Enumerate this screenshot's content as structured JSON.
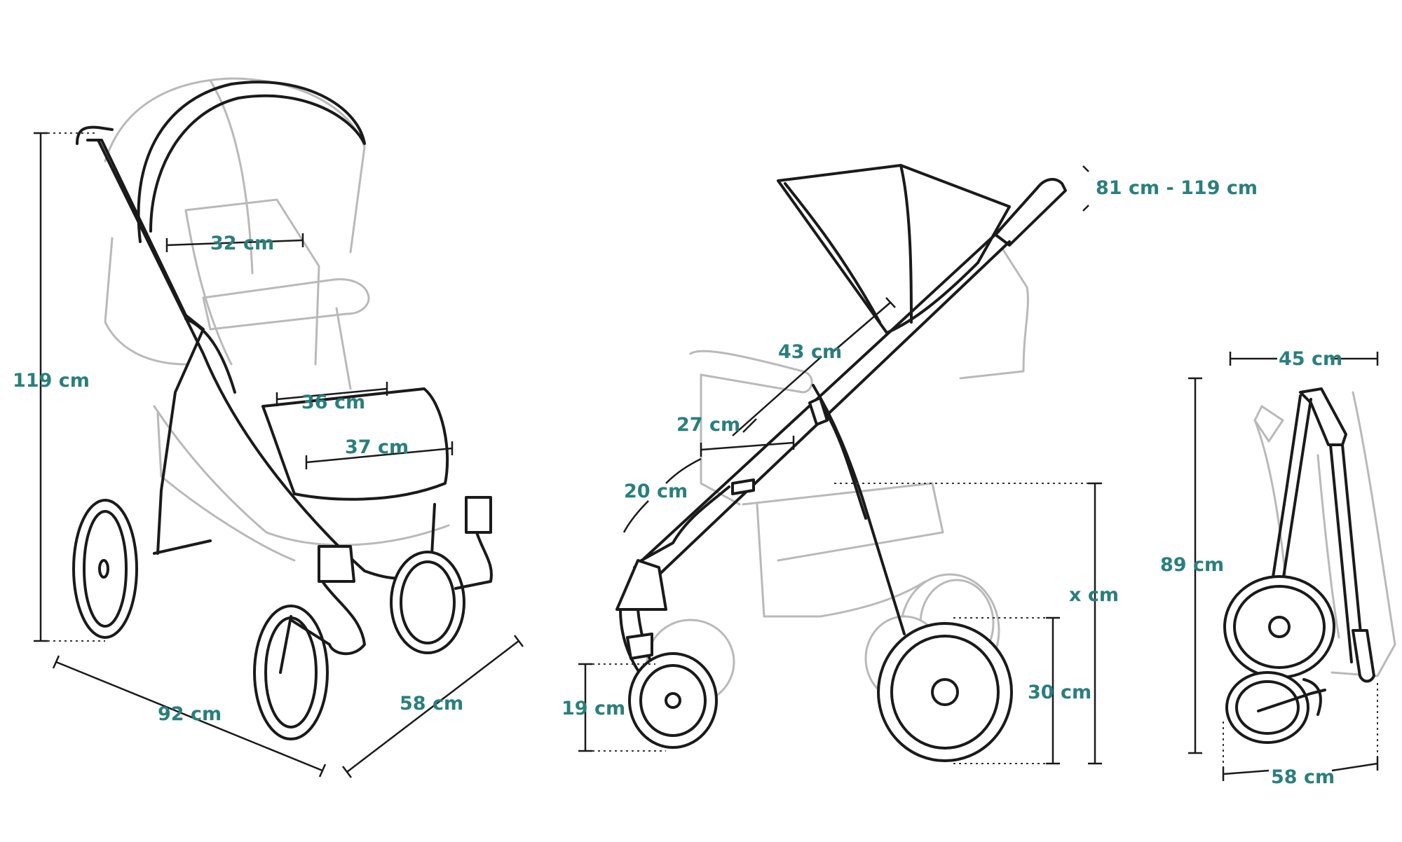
{
  "dimensions": {
    "front_height": "119 cm",
    "front_length": "92 cm",
    "front_width": "58 cm",
    "backrest_width": "32 cm",
    "seat_width": "36 cm",
    "footrest_width": "37 cm",
    "handle_height": "81 cm - 119 cm",
    "backrest_height": "43 cm",
    "seat_depth": "27 cm",
    "footrest_length": "20 cm",
    "seat_height": "x cm",
    "rear_wheel": "30 cm",
    "front_wheel": "19 cm",
    "folded_width": "45 cm",
    "folded_height": "89 cm",
    "folded_depth": "58 cm"
  },
  "colors": {
    "label": "#2a7f7d",
    "line": "#1a1a1a",
    "light_line": "#b9b9b9"
  }
}
